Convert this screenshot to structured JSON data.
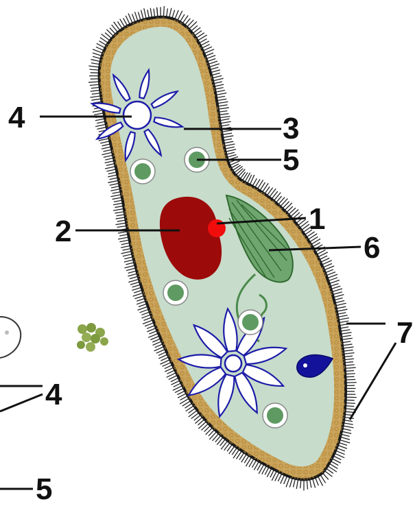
{
  "labels": {
    "nucleolus": "1",
    "macronucleus": "2",
    "cytoplasm": "3",
    "contractile_vacuole": "4",
    "food_vacuole": "5",
    "oral_groove": "6",
    "cilia": "7",
    "left_contractile_vacuole": "4",
    "left_food_vacuole": "5"
  },
  "colors": {
    "cytoplasm": "#c7dccb",
    "membrane": "#c9a45a",
    "outline": "#1a1a1a",
    "macronucleus": "#9c0a0a",
    "nucleolus": "#f20d0d",
    "vacuole": "#1c1ca8",
    "food_vacuole": "#5e9a62",
    "oral_groove": "#3d7a3d"
  }
}
